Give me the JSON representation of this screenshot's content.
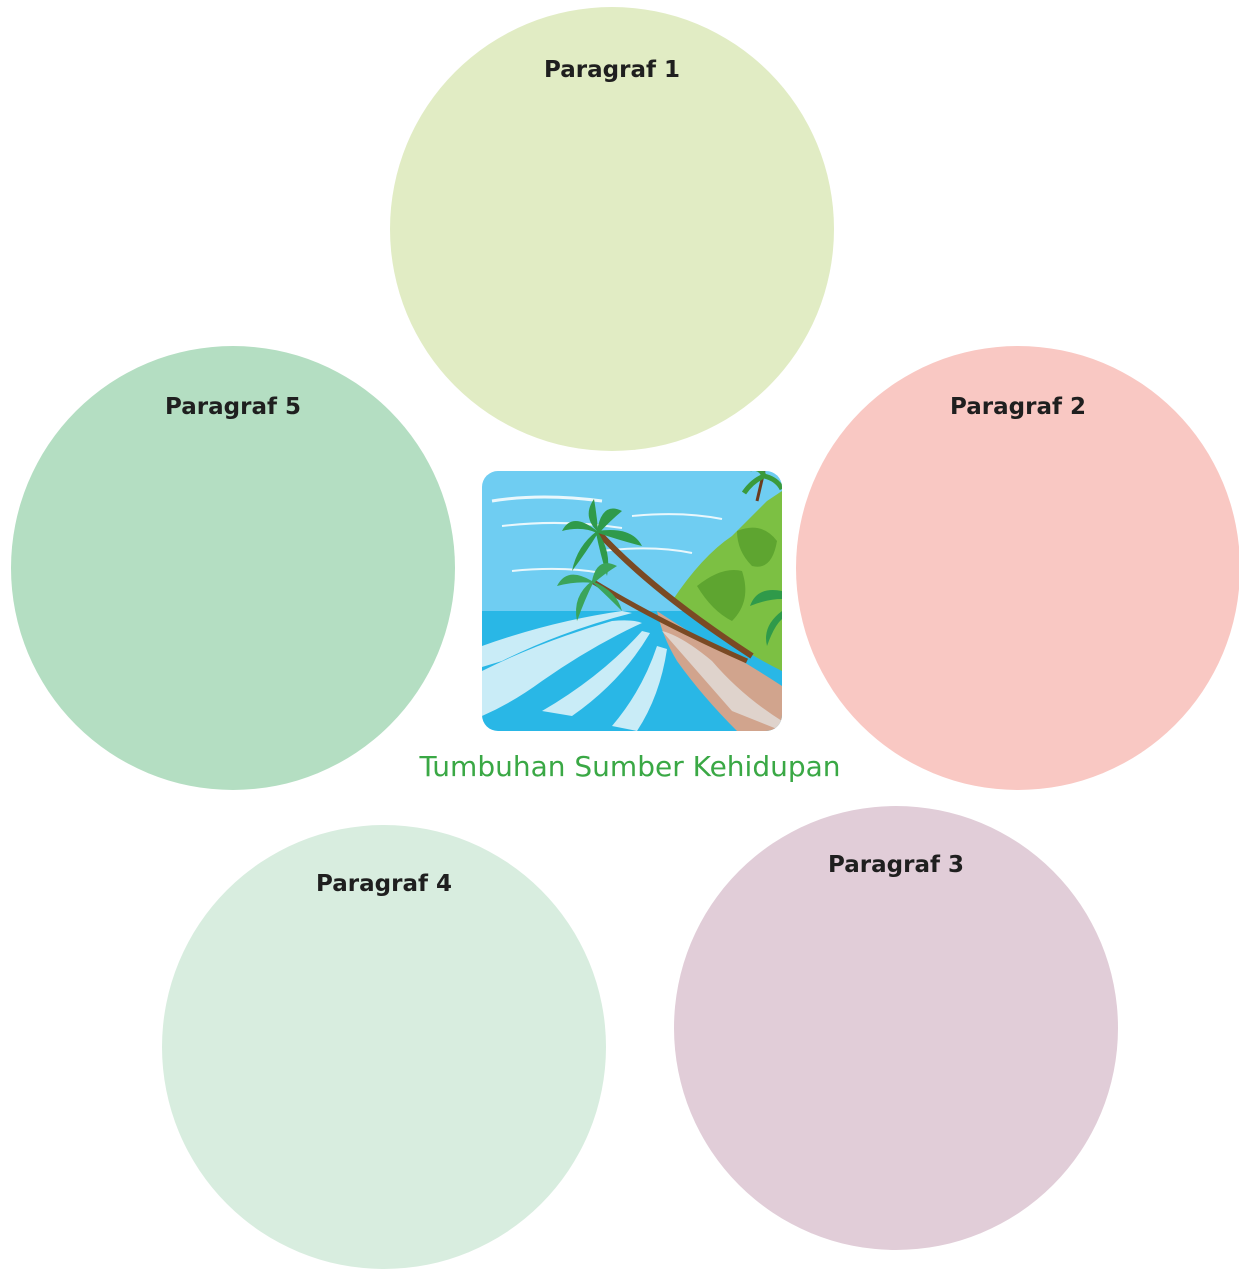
{
  "title": "Tumbuhan Sumber Kehidupan",
  "paragraphs": [
    {
      "label": "Paragraf 1",
      "color": "#e1ecc4"
    },
    {
      "label": "Paragraf 2",
      "color": "#f9c8c3"
    },
    {
      "label": "Paragraf 3",
      "color": "#e1cdd8"
    },
    {
      "label": "Paragraf 4",
      "color": "#d8eddf"
    },
    {
      "label": "Paragraf 5",
      "color": "#b4dec2"
    }
  ],
  "illustration": {
    "icon": "tropical-beach-palm-trees-illustration"
  }
}
